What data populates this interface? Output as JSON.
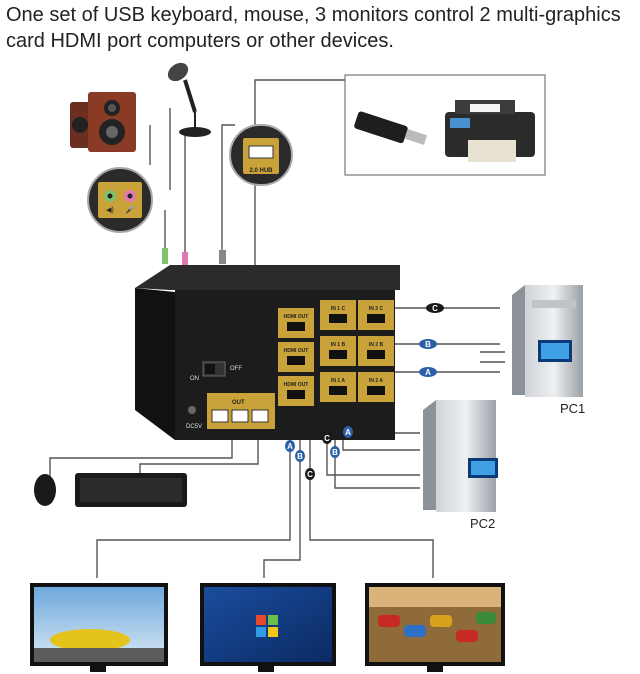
{
  "headline": {
    "line1": "One set of USB keyboard, mouse, 3 monitors control 2 multi-graphics",
    "line2": "card HDMI port computers or other devices."
  },
  "hub_label": "2.0 HUB",
  "switch_labels": {
    "on": "ON",
    "off": "OFF",
    "power": "DC5V",
    "usb_out": "OUT",
    "hdmi_out": "HDMI OUT",
    "in_1c": "IN 1 C",
    "in_2c": "IN 2 C",
    "in_1b": "IN 1 B",
    "in_2b": "IN 2 B",
    "in_1a": "IN 1 A",
    "in_2a": "IN 2 A"
  },
  "cable_tags": {
    "a": "A",
    "b": "B",
    "c": "C"
  },
  "computers": {
    "pc1": "PC1",
    "pc2": "PC2"
  },
  "icons": [
    "speaker-icon",
    "microphone-icon",
    "usb-hub-icon",
    "audio-jack-icon",
    "usb-flash-drive-icon",
    "printer-icon",
    "mouse-icon",
    "keyboard-icon",
    "monitor-icon",
    "pc-tower-icon"
  ],
  "colors": {
    "cable": "#555555",
    "tag": "#2b5fa8",
    "gold": "#c9a23a",
    "switch_body": "#1c1c1c"
  }
}
